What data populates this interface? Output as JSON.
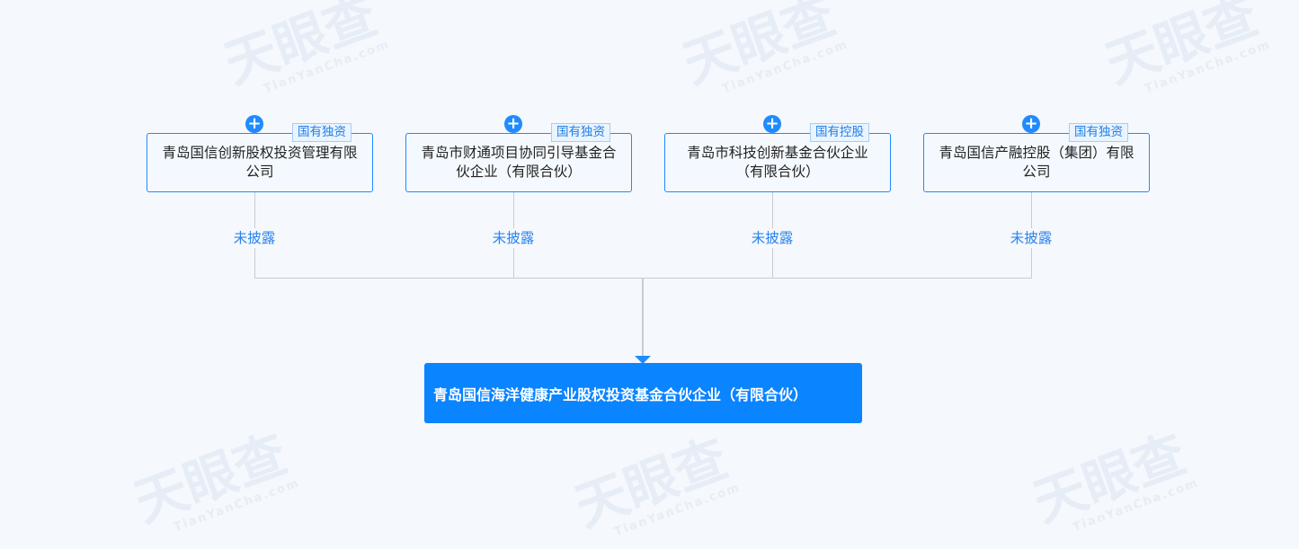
{
  "watermark": "天眼查 TianYanCha.com",
  "shareholders": [
    {
      "name": "青岛国信创新股权投资管理有限公司",
      "tag": "国有独资",
      "amount": "未披露"
    },
    {
      "name": "青岛市财通项目协同引导基金合伙企业（有限合伙）",
      "tag": "国有独资",
      "amount": "未披露"
    },
    {
      "name": "青岛市科技创新基金合伙企业（有限合伙）",
      "tag": "国有控股",
      "amount": "未披露"
    },
    {
      "name": "青岛国信产融控股（集团）有限公司",
      "tag": "国有独资",
      "amount": "未披露"
    }
  ],
  "expand_symbol": "+",
  "target": {
    "name": "青岛国信海洋健康产业股权投资基金合伙企业（有限合伙）"
  },
  "colors": {
    "accent": "#0a84ff",
    "line": "#c8ccd2",
    "background": "#f5f8fc"
  }
}
